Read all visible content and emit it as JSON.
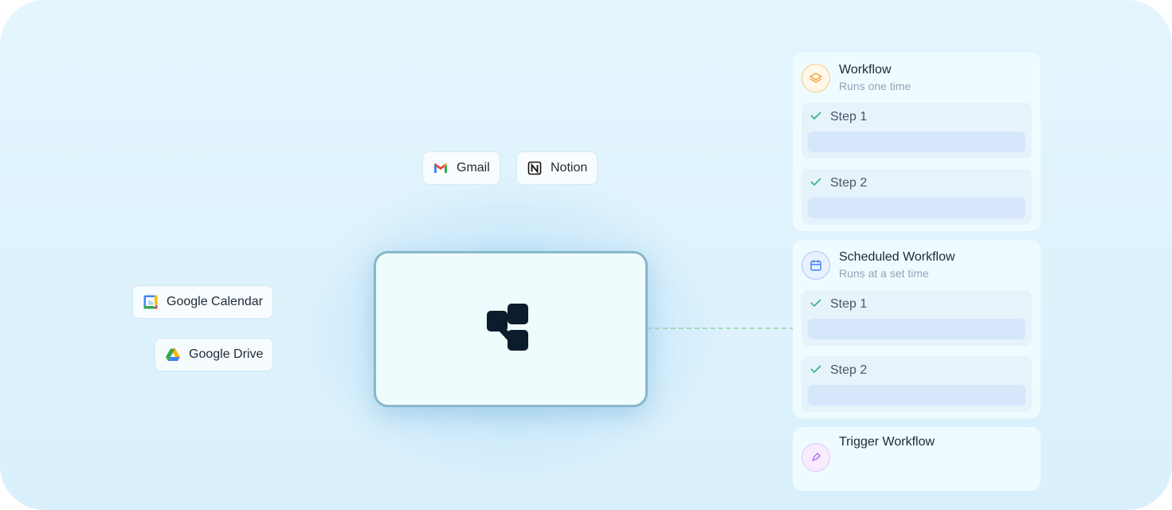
{
  "integrations": {
    "gmail": {
      "label": "Gmail",
      "icon": "gmail-icon"
    },
    "notion": {
      "label": "Notion",
      "icon": "notion-icon"
    },
    "google_calendar": {
      "label": "Google Calendar",
      "icon": "google-calendar-icon",
      "icon_text": "31"
    },
    "google_drive": {
      "label": "Google Drive",
      "icon": "google-drive-icon"
    }
  },
  "center": {
    "icon": "app-logo-icon"
  },
  "workflows": [
    {
      "title": "Workflow",
      "subtitle": "Runs one time",
      "icon": "layers-icon",
      "accent": "#f5b35b",
      "steps": [
        {
          "label": "Step 1"
        },
        {
          "label": "Step 2"
        }
      ]
    },
    {
      "title": "Scheduled Workflow",
      "subtitle": "Runs at a set time",
      "icon": "calendar-icon",
      "accent": "#3b82f6",
      "steps": [
        {
          "label": "Step 1"
        },
        {
          "label": "Step 2"
        }
      ]
    },
    {
      "title": "Trigger Workflow",
      "icon": "pen-icon",
      "accent": "#c084fc"
    }
  ],
  "colors": {
    "check": "#34b27b",
    "step_bar": "#d6e6fb",
    "connector": "#9ed7b7"
  }
}
